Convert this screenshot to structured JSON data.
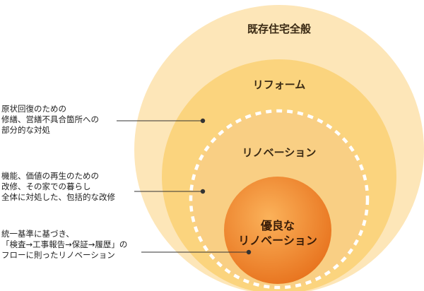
{
  "levels": {
    "existing": {
      "label": "既存住宅全般",
      "color": "#fde6b8"
    },
    "reform": {
      "label": "リフォーム",
      "color": "#fbd47e"
    },
    "renovation": {
      "label": "リノベーション",
      "color": "#f9cf84"
    }
  },
  "core": {
    "label_line1": "優良な",
    "label_line2": "リノベーション",
    "color_inner": "#fbb25a",
    "color_outer": "#e8741f"
  },
  "notes": [
    {
      "lines": [
        "原状回復のための",
        "修繕、営繕不具合箇所への",
        "部分的な対処"
      ]
    },
    {
      "lines": [
        "機能、価値の再生のための",
        "改修、その家での暮らし",
        "全体に対処した、包括的な改修"
      ]
    },
    {
      "lines": [
        "統一基準に基づき、",
        "「検査→工事報告→保証→履歴」の",
        "フローに則ったリノベーション"
      ]
    }
  ]
}
